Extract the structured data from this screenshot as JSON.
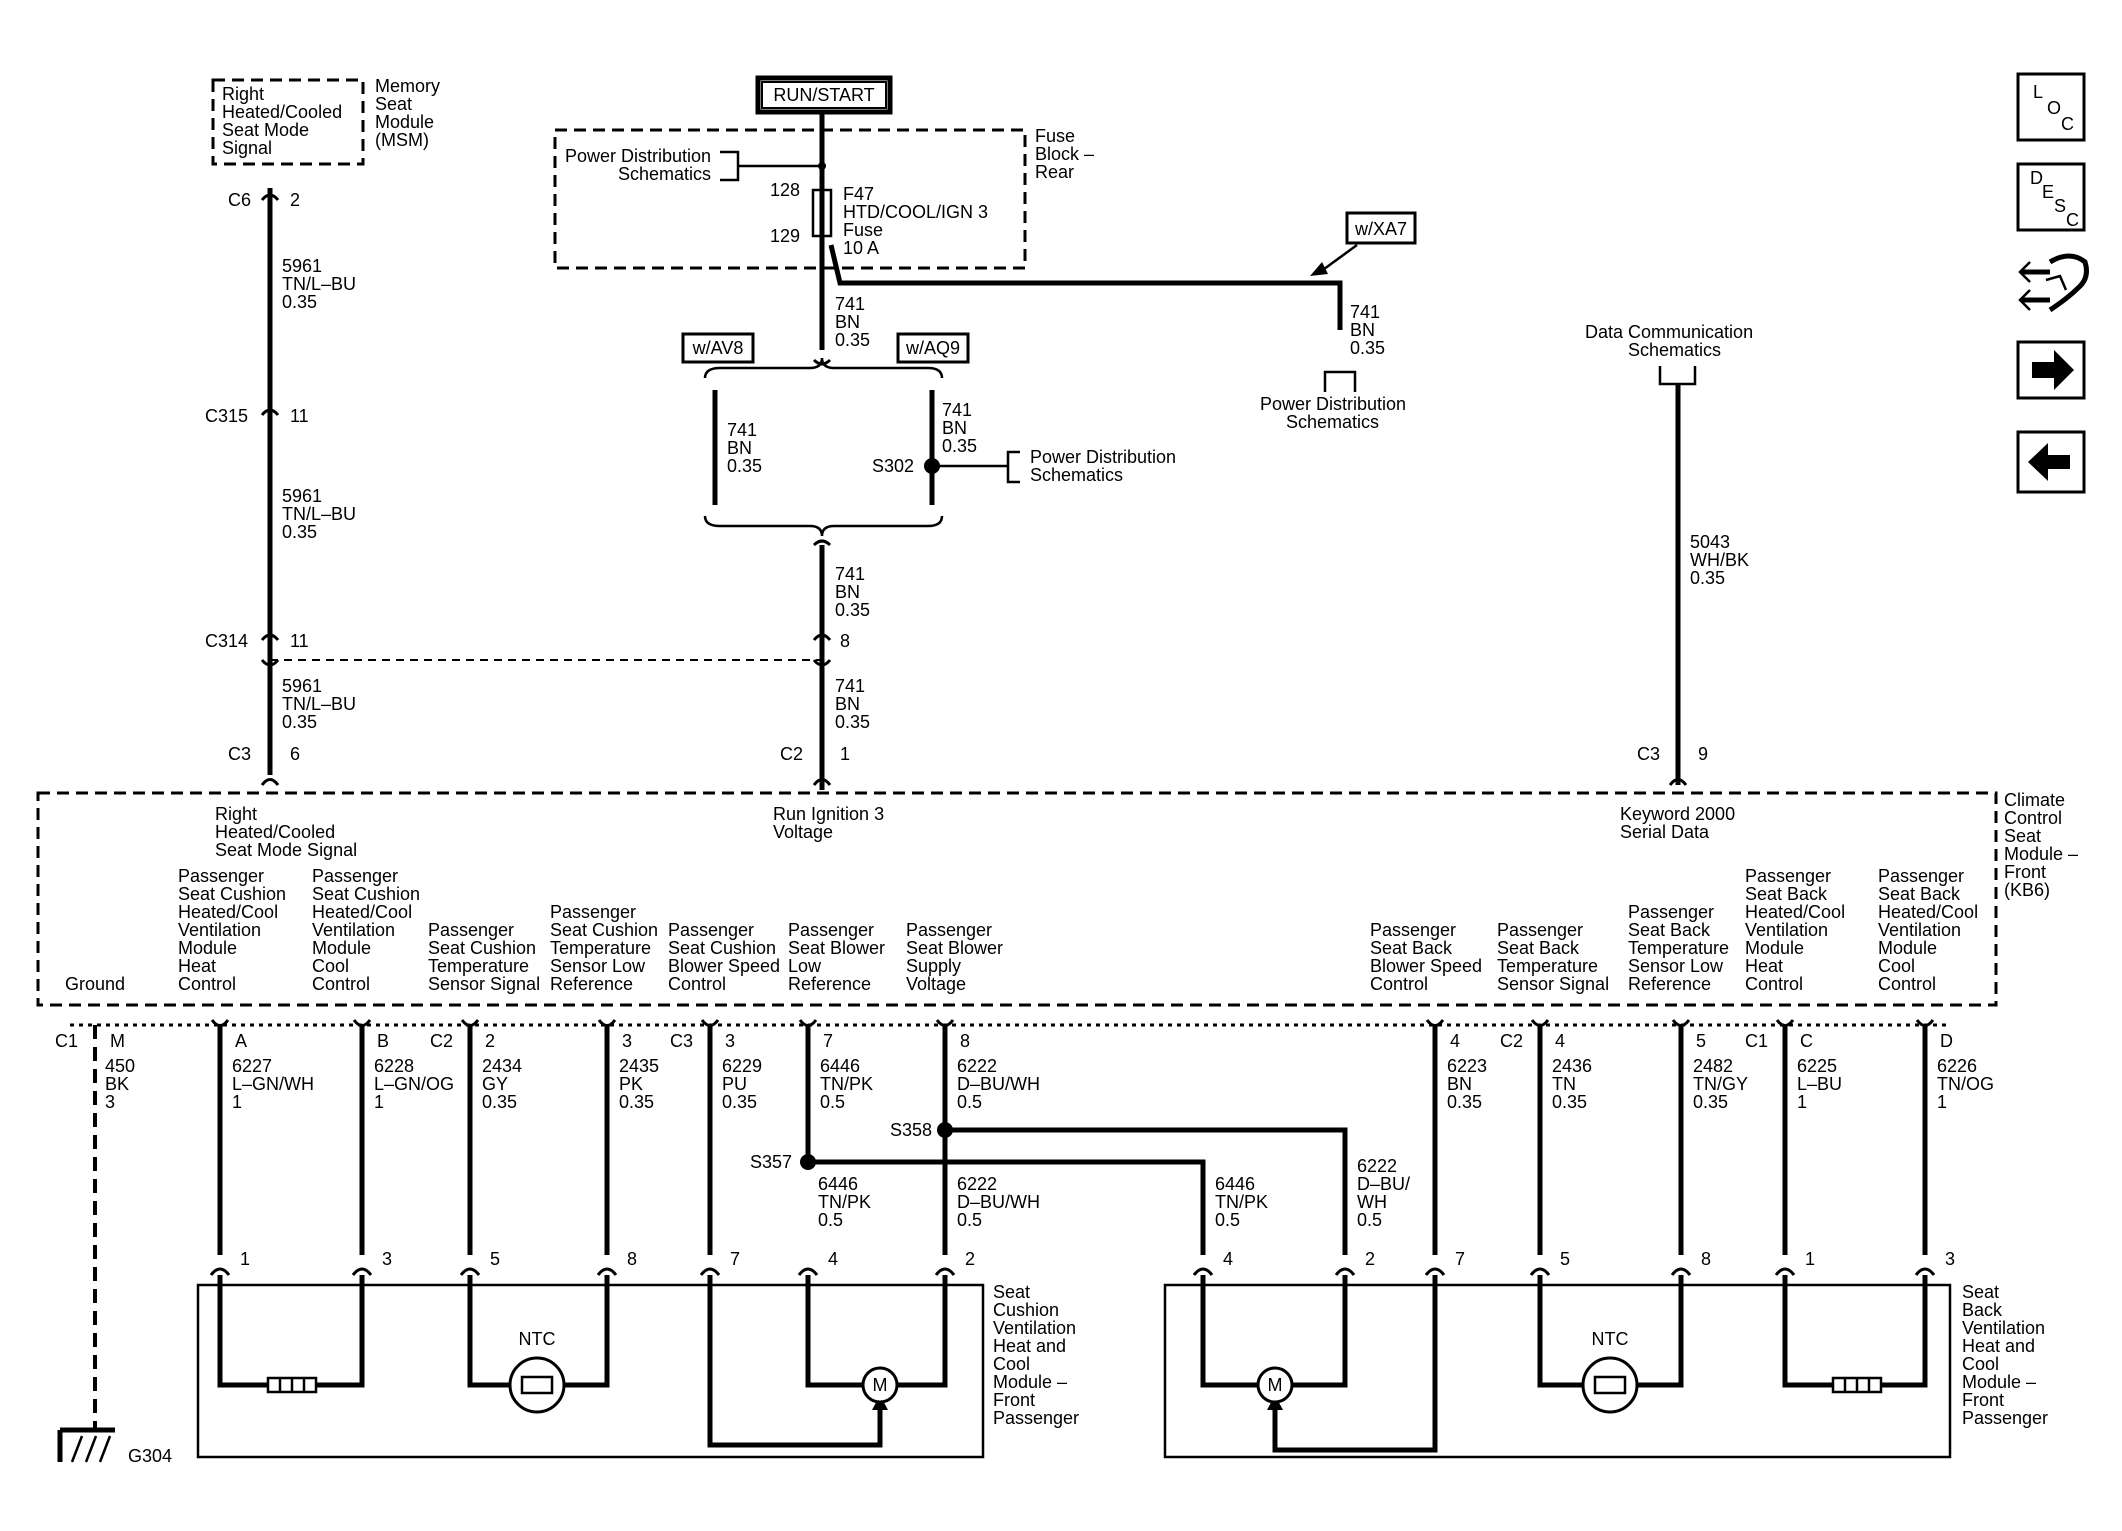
{
  "power": {
    "run_start": "RUN/START",
    "fuse_block": [
      "Fuse",
      "Block –",
      "Rear"
    ],
    "pds_left": [
      "Power Distribution",
      "Schematics"
    ],
    "pin_128": "128",
    "pin_129": "129",
    "fuse_text": [
      "F47",
      "HTD/COOL/IGN 3",
      "Fuse",
      "10 A"
    ],
    "wxa7": "w/XA7",
    "wire_741_right": [
      "741",
      "BN",
      "0.35"
    ],
    "pds_right": [
      "Power Distribution",
      "Schematics"
    ],
    "wire_741_top": [
      "741",
      "BN",
      "0.35"
    ],
    "wav8": "w/AV8",
    "waq9": "w/AQ9",
    "wire_741_left": [
      "741",
      "BN",
      "0.35"
    ],
    "wire_741_s302": [
      "741",
      "BN",
      "0.35"
    ],
    "s302": "S302",
    "pds_s302": [
      "Power Distribution",
      "Schematics"
    ],
    "wire_741_mid": [
      "741",
      "BN",
      "0.35"
    ],
    "wire_741_low": [
      "741",
      "BN",
      "0.35"
    ]
  },
  "msm": {
    "box_text": [
      "Right",
      "Heated/Cooled",
      "Seat Mode",
      "Signal"
    ],
    "name": [
      "Memory",
      "Seat",
      "Module",
      "(MSM)"
    ],
    "c6": "C6",
    "c6_pin": "2",
    "wire1": [
      "5961",
      "TN/L–BU",
      "0.35"
    ],
    "c315": "C315",
    "c315_pin": "11",
    "wire2": [
      "5961",
      "TN/L–BU",
      "0.35"
    ],
    "c314": "C314",
    "c314_pin": "11",
    "c314_pin_right": "8",
    "wire3": [
      "5961",
      "TN/L–BU",
      "0.35"
    ]
  },
  "data_comm": {
    "label": [
      "Data Communication",
      "Schematics"
    ],
    "wire": [
      "5043",
      "WH/BK",
      "0.35"
    ]
  },
  "module": {
    "name": [
      "Climate",
      "Control",
      "Seat",
      "Module –",
      "Front",
      "(KB6)"
    ],
    "c3_6": [
      "C3",
      "6"
    ],
    "c2_1": [
      "C2",
      "1"
    ],
    "c3_9": [
      "C3",
      "9"
    ],
    "sig_right": [
      "Right",
      "Heated/Cooled",
      "Seat Mode Signal"
    ],
    "sig_run": [
      "Run Ignition 3",
      "Voltage"
    ],
    "sig_keyword": [
      "Keyword 2000",
      "Serial Data"
    ],
    "ground": "Ground",
    "circuits": [
      {
        "id": "p_cush_heat",
        "desc": [
          "Passenger",
          "Seat Cushion",
          "Heated/Cool",
          "Ventilation",
          "Module",
          "Heat",
          "Control"
        ],
        "conn": "",
        "pin": "A",
        "wire": [
          "6227",
          "L–GN/WH",
          "1"
        ]
      },
      {
        "id": "p_cush_cool",
        "desc": [
          "Passenger",
          "Seat Cushion",
          "Heated/Cool",
          "Ventilation",
          "Module",
          "Cool",
          "Control"
        ],
        "conn": "",
        "pin": "B",
        "wire": [
          "6228",
          "L–GN/OG",
          "1"
        ]
      },
      {
        "id": "p_cush_temp",
        "desc": [
          "Passenger",
          "Seat Cushion",
          "Temperature",
          "Sensor Signal"
        ],
        "conn": "C2",
        "pin": "2",
        "wire": [
          "2434",
          "GY",
          "0.35"
        ]
      },
      {
        "id": "p_cush_low",
        "desc": [
          "Passenger",
          "Seat Cushion",
          "Temperature",
          "Sensor Low",
          "Reference"
        ],
        "conn": "",
        "pin": "3",
        "wire": [
          "2435",
          "PK",
          "0.35"
        ]
      },
      {
        "id": "p_cush_blower",
        "desc": [
          "Passenger",
          "Seat Cushion",
          "Blower Speed",
          "Control"
        ],
        "conn": "C3",
        "pin": "3",
        "wire": [
          "6229",
          "PU",
          "0.35"
        ]
      },
      {
        "id": "p_blower_low",
        "desc": [
          "Passenger",
          "Seat Blower",
          "Low",
          "Reference"
        ],
        "conn": "",
        "pin": "7",
        "wire": [
          "6446",
          "TN/PK",
          "0.5"
        ]
      },
      {
        "id": "p_blower_supply",
        "desc": [
          "Passenger",
          "Seat Blower",
          "Supply",
          "Voltage"
        ],
        "conn": "",
        "pin": "8",
        "wire": [
          "6222",
          "D–BU/WH",
          "0.5"
        ]
      },
      {
        "id": "p_back_blower",
        "desc": [
          "Passenger",
          "Seat Back",
          "Blower Speed",
          "Control"
        ],
        "conn": "",
        "pin": "4",
        "wire": [
          "6223",
          "BN",
          "0.35"
        ]
      },
      {
        "id": "p_back_temp",
        "desc": [
          "Passenger",
          "Seat Back",
          "Temperature",
          "Sensor Signal"
        ],
        "conn": "C2",
        "pin": "4",
        "wire": [
          "2436",
          "TN",
          "0.35"
        ]
      },
      {
        "id": "p_back_low",
        "desc": [
          "Passenger",
          "Seat Back",
          "Temperature",
          "Sensor Low",
          "Reference"
        ],
        "conn": "",
        "pin": "5",
        "wire": [
          "2482",
          "TN/GY",
          "0.35"
        ]
      },
      {
        "id": "p_back_heat",
        "desc": [
          "Passenger",
          "Seat Back",
          "Heated/Cool",
          "Ventilation",
          "Module",
          "Heat",
          "Control"
        ],
        "conn": "C1",
        "pin": "C",
        "wire": [
          "6225",
          "L–BU",
          "1"
        ]
      },
      {
        "id": "p_back_cool",
        "desc": [
          "Passenger",
          "Seat Back",
          "Heated/Cool",
          "Ventilation",
          "Module",
          "Cool",
          "Control"
        ],
        "conn": "",
        "pin": "D",
        "wire": [
          "6226",
          "TN/OG",
          "1"
        ]
      }
    ],
    "ground_conn": "C1",
    "ground_pin": "M",
    "ground_wire": [
      "450",
      "BK",
      "3"
    ]
  },
  "splices": {
    "s358": "S358",
    "s357": "S357",
    "w_s357": [
      "6446",
      "TN/PK",
      "0.5"
    ],
    "w_s358": [
      "6222",
      "D–BU/WH",
      "0.5"
    ],
    "w_right_low": [
      "6446",
      "TN/PK",
      "0.5"
    ],
    "w_right_supply": [
      "6222",
      "D–BU/",
      "WH",
      "0.5"
    ]
  },
  "cushion_module": {
    "name": [
      "Seat",
      "Cushion",
      "Ventilation",
      "Heat and",
      "Cool",
      "Module –",
      "Front",
      "Passenger"
    ],
    "pins": [
      "1",
      "3",
      "5",
      "8",
      "7",
      "4",
      "2"
    ],
    "ntc": "NTC",
    "motor": "M"
  },
  "back_module": {
    "name": [
      "Seat",
      "Back",
      "Ventilation",
      "Heat and",
      "Cool",
      "Module –",
      "Front",
      "Passenger"
    ],
    "pins": [
      "4",
      "2",
      "7",
      "5",
      "8",
      "1",
      "3"
    ],
    "ntc": "NTC",
    "motor": "M"
  },
  "ground_label": "G304",
  "nav": {
    "loc": [
      "L",
      "O",
      "C"
    ],
    "desc": [
      "D",
      "E",
      "S",
      "C"
    ]
  }
}
